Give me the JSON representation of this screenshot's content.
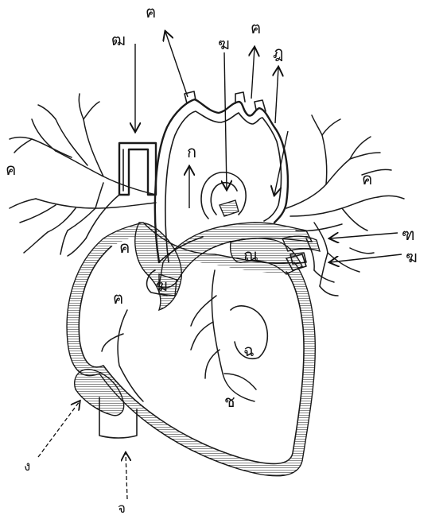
{
  "labels": {
    "top_left_arrow": "ฅ",
    "top_mid": "ฆ",
    "top_mid_arrow": "ฅ",
    "top_right": "ฎ",
    "upper_left_vessel": "ฒ",
    "aorta_inner": "ก",
    "left_lung": "ค",
    "right_lung": "ค",
    "right_lower_a": "ฑ",
    "right_lower_b": "ฆ",
    "atrium_upper": "ค",
    "atrium_lower": "ฅ",
    "pulmonary_trunk": "ฆ",
    "valve_center": "ณ",
    "ventricle_right": "ฉ",
    "ventricle_bottom": "ช",
    "bottom_left": "ง",
    "bottom_center": "จ"
  },
  "colors": {
    "ink": "#1a1a1a",
    "paper": "#ffffff"
  }
}
